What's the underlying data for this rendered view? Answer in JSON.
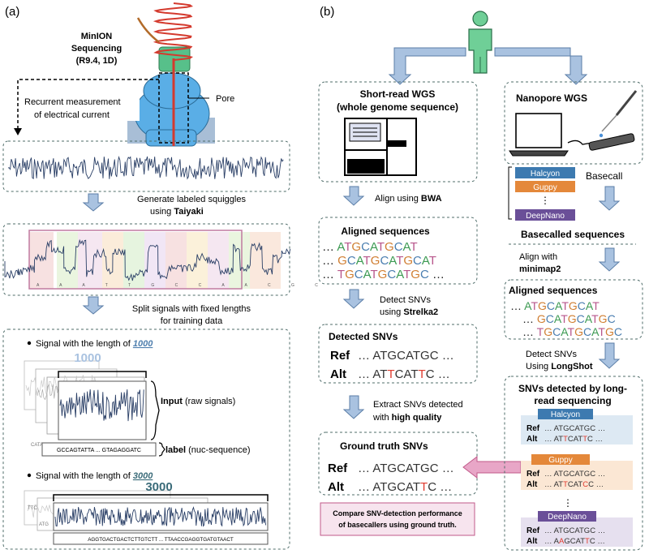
{
  "panel_a": {
    "label": "(a)",
    "minion_line1": "MinION",
    "minion_line2": "Sequencing",
    "minion_line3": "(R9.4, 1D)",
    "pore": "Pore",
    "recurrent_line1": "Recurrent measurement",
    "recurrent_line2": "of electrical current",
    "generate_line1": "Generate labeled squiggles",
    "generate_line2_prefix": "using ",
    "generate_line2_bold": "Taiyaki",
    "split_line1": "Split signals with fixed lengths",
    "split_line2": "for training data",
    "squiggle_bases": "A A A T T G C C A A C G C",
    "bullet1_prefix": "Signal with the length of ",
    "bullet1_value": "1000",
    "window1_number": "1000",
    "input_bold": "Input",
    "input_rest": " (raw signals)",
    "label_bold": "label",
    "label_rest": " (nuc-sequence)",
    "seq1000": "GCCAGTATTA ... GTAGAGGATC",
    "cata_text": "CATA",
    "bullet2_prefix": "Signal with the length of ",
    "bullet2_value": "3000",
    "window2_number": "3000",
    "seq3000": "AGGTGACTGACTCTTGTCTT ... TTAACCGAGGTGATGTAACT",
    "ttc_text": "TTC",
    "atg_text": "ATG"
  },
  "panel_b": {
    "label": "(b)",
    "short_read_line1": "Short-read WGS",
    "short_read_line2": "(whole genome sequence)",
    "nanopore_title": "Nanopore WGS",
    "basecallers": [
      "Halcyon",
      "Guppy",
      "DeepNano"
    ],
    "basecall_label": "Basecall",
    "dots": "⋮",
    "align_bwa_prefix": "Align using ",
    "align_bwa_bold": "BWA",
    "aligned_title_left": "Aligned sequences",
    "aligned_left_rows": [
      "… ATGCATGCAT",
      "… GCATGCATGCAT",
      "… TGCATGCATGC …"
    ],
    "detect_left_line1": "Detect SNVs",
    "detect_left_prefix": "using ",
    "detect_left_bold": "Strelka2",
    "detected_title": "Detected SNVs",
    "ref_label": "Ref",
    "alt_label": "Alt",
    "ref_seq": "… ATGCATGC …",
    "alt_seq_detected": "… ATTCATTC …",
    "extract_line1": "Extract SNVs detected",
    "extract_prefix": "with ",
    "extract_bold": "high quality",
    "ground_title": "Ground truth SNVs",
    "alt_seq_ground": "… ATGCATTC …",
    "compare_line1": "Compare SNV-detection performance",
    "compare_line2": "of basecallers using ground truth.",
    "basecalled_title": "Basecalled sequences",
    "align_minimap_line1": "Align with",
    "align_minimap_bold": "minimap2",
    "aligned_title_right": "Aligned sequences",
    "aligned_right_rows": [
      "… ATGCATGCAT",
      "… GCATGCATGC",
      "… TGCATGCATGC"
    ],
    "detect_right_line1": "Detect SNVs",
    "detect_right_prefix": "Using ",
    "detect_right_bold": "LongShot",
    "long_read_title_line1": "SNVs detected by long-",
    "long_read_title_line2": "read sequencing",
    "small_ref": "… ATGCATGC …",
    "small_alts": [
      "… ATTCATTC …",
      "… ATTCATCC …",
      "… AAGCATTC …"
    ]
  },
  "colors": {
    "arrow_fill": "#a9c2e0",
    "arrow_stroke": "#5b7ea7",
    "box_border": "#4f6d6a",
    "halcyon": "#3d7ab0",
    "guppy": "#e4883a",
    "deepnano": "#6a4f98",
    "halcyon_bg": "#dde9f3",
    "guppy_bg": "#fbe7d4",
    "deepnano_bg": "#e6e0ef",
    "base_A": "#3c9a52",
    "base_T": "#b8578c",
    "base_G": "#d07f33",
    "base_C": "#4a7eb0",
    "snv_red": "#e03a2e",
    "value_blue": "#4f7fae",
    "value_teal": "#3a6b79",
    "compare_bg": "#f7e4ee",
    "compare_border": "#c05a8a",
    "pink_arrow": "#e8a6c7",
    "pore_blue": "#5aaee6",
    "pore_green": "#57c08a",
    "helix_red": "#d43a2e",
    "person_green": "#6fcf97"
  }
}
